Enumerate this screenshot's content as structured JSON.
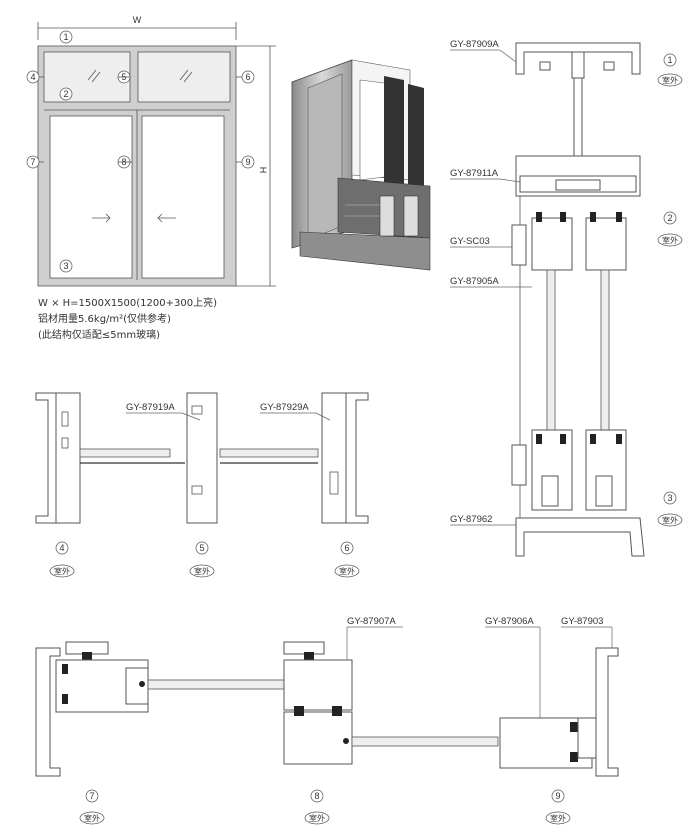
{
  "overview": {
    "width_label": "W",
    "height_label": "H",
    "section_markers": [
      "1",
      "2",
      "3",
      "4",
      "5",
      "6",
      "7",
      "8",
      "9"
    ],
    "spec_lines": [
      "W × H=1500X1500(1200+300上亮)",
      "铝材用量5.6kg/m²(仅供参考)",
      "(此结构仅适配≤5mm玻璃)"
    ]
  },
  "vertical_section": {
    "parts": [
      "GY-87909A",
      "GY-87911A",
      "GY-SC03",
      "GY-87905A",
      "GY-87962"
    ],
    "markers": [
      "1",
      "2",
      "3"
    ],
    "outdoor_label": "室外"
  },
  "horizontal_section_456": {
    "parts": [
      "GY-87919A",
      "GY-87929A"
    ],
    "markers": [
      "4",
      "5",
      "6"
    ],
    "outdoor_label": "室外"
  },
  "horizontal_section_789": {
    "parts": [
      "GY-87907A",
      "GY-87906A",
      "GY-87903"
    ],
    "markers": [
      "7",
      "8",
      "9"
    ],
    "outdoor_label": "室外"
  },
  "colors": {
    "line": "#555555",
    "gasket": "#222222",
    "frame_fill": "#cfcfcf"
  }
}
